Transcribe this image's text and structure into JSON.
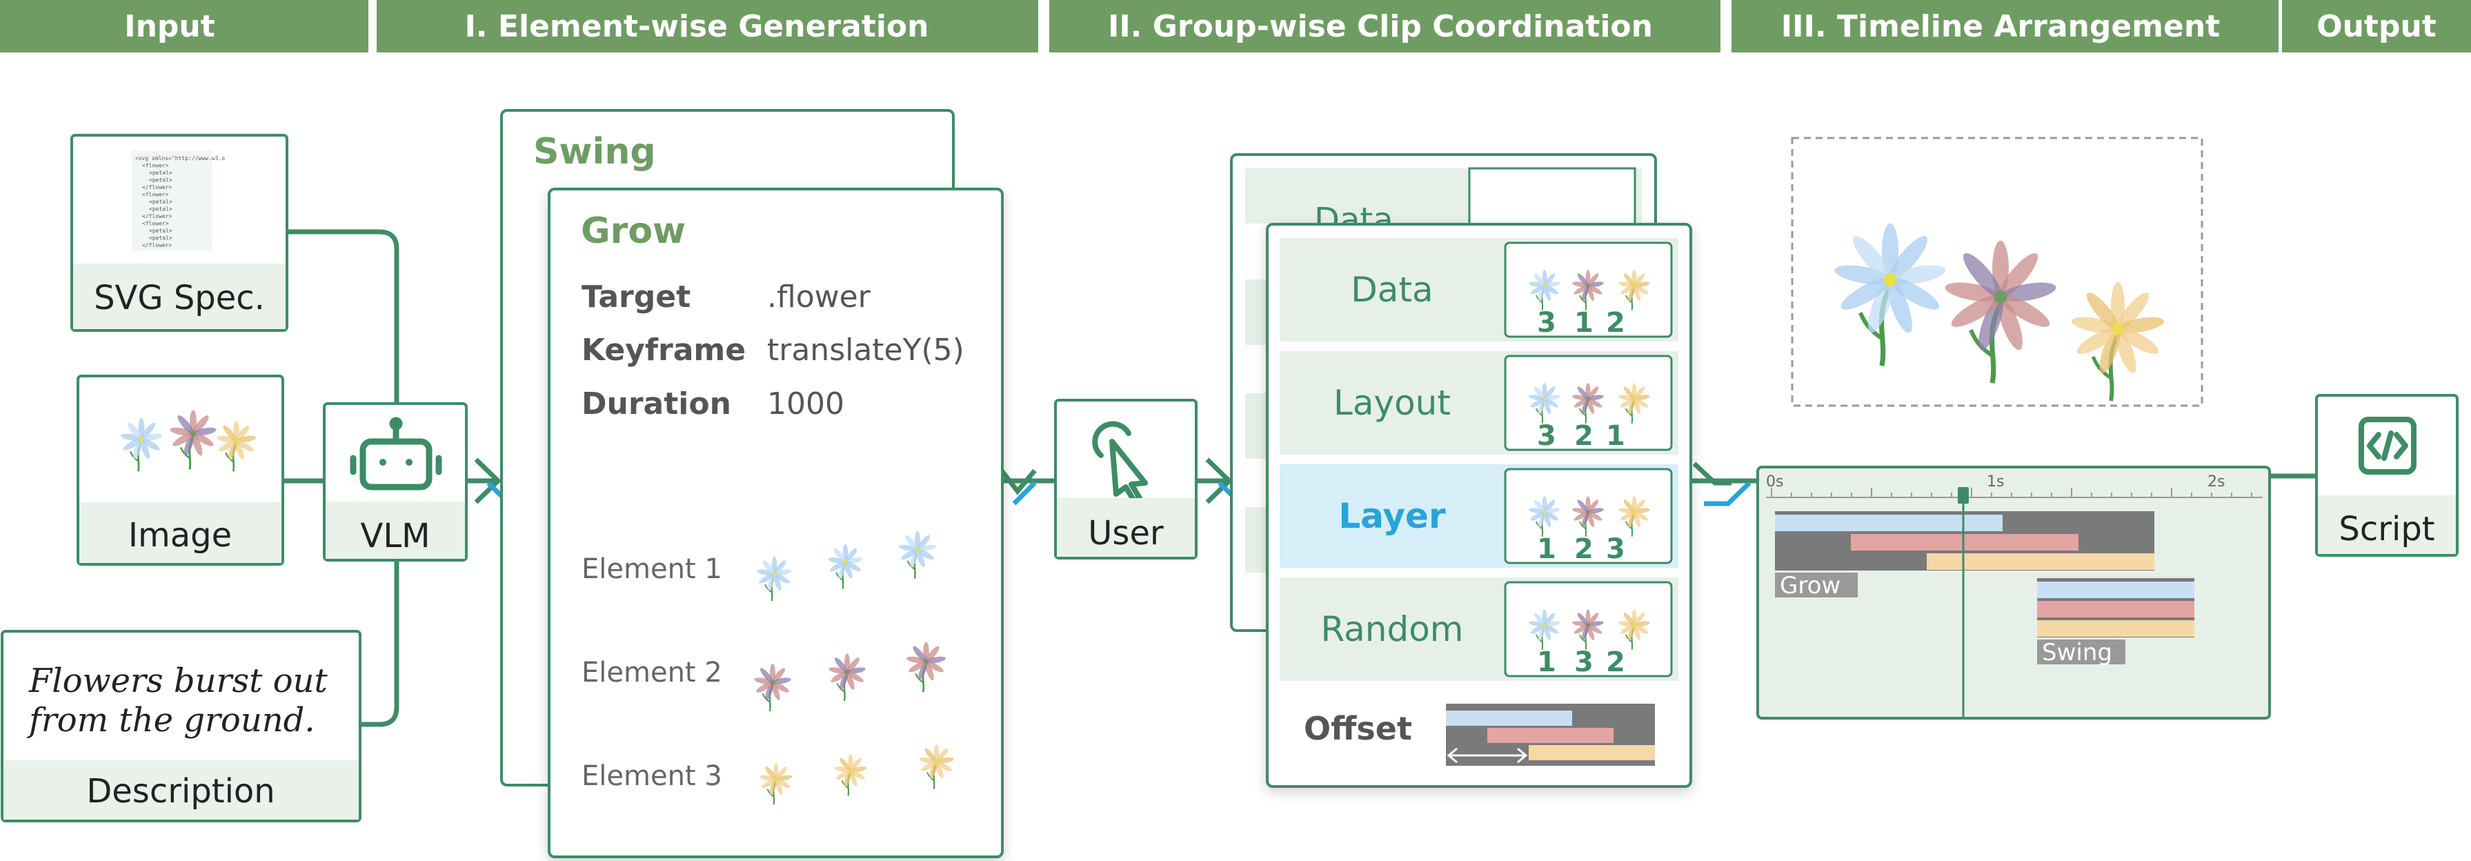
{
  "stages": [
    "Input",
    "I. Element-wise Generation",
    "II. Group-wise Clip Coordination",
    "III. Timeline Arrangement",
    "Output"
  ],
  "inputs": {
    "svg_label": "SVG Spec.",
    "svg_code": [
      "<svg xmlns=\"http://www.w3.o",
      "<flower>",
      "<petal>",
      "<petal>",
      "</flower>",
      "<flower>",
      "<petal>",
      "<petal>",
      "</flower>",
      "<flower>",
      "<petal>",
      "<petal>",
      "</flower>"
    ],
    "image_label": "Image",
    "description_text": [
      "Flowers burst out",
      "from the ground."
    ],
    "description_label": "Description"
  },
  "vlm_label": "VLM",
  "user_label": "User",
  "script_label": "Script",
  "generation": {
    "back_card_title": "Swing",
    "front_card_title": "Grow",
    "properties": [
      {
        "key": "Target",
        "value": ".flower"
      },
      {
        "key": "Keyframe",
        "value": "translateY(5)"
      },
      {
        "key": "Duration",
        "value": "1000"
      }
    ],
    "elements": [
      "Element 1",
      "Element 2",
      "Element 3"
    ]
  },
  "coordination": {
    "back_title": "Data",
    "options": [
      {
        "label": "Data",
        "order": [
          "3",
          "1",
          "2"
        ],
        "selected": false
      },
      {
        "label": "Layout",
        "order": [
          "3",
          "2",
          "1"
        ],
        "selected": false
      },
      {
        "label": "Layer",
        "order": [
          "1",
          "2",
          "3"
        ],
        "selected": true
      },
      {
        "label": "Random",
        "order": [
          "1",
          "3",
          "2"
        ],
        "selected": false
      }
    ],
    "offset_label": "Offset"
  },
  "timeline": {
    "ticks": [
      "0s",
      "1s",
      "2s"
    ],
    "clips": [
      "Grow",
      "Swing"
    ]
  },
  "colors": {
    "green": "#3e8c67",
    "header_green": "#6f9c63",
    "light_green": "#e9f1ea",
    "card_green": "#e7f0e8",
    "blue": "#2aa3d8",
    "layer_bg": "#d6eef7",
    "bar_blue": "#c9dff3",
    "bar_red": "#e2a5a4",
    "bar_orange": "#f6d7a8",
    "bar_gray": "#7a7a7a"
  },
  "icons": [
    "robot-icon",
    "cursor-click-icon",
    "code-icon"
  ]
}
